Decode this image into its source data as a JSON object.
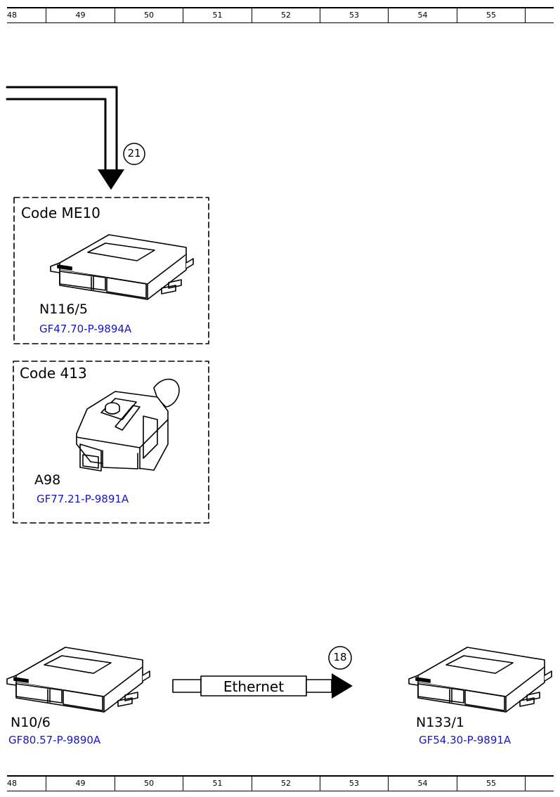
{
  "ruler": {
    "cells": [
      "48",
      "49",
      "50",
      "51",
      "52",
      "53",
      "54",
      "55",
      ""
    ]
  },
  "connector_top": {
    "number": "21"
  },
  "box_me10": {
    "code": "Code ME10",
    "component": "N116/5",
    "ref": "GF47.70-P-9894A"
  },
  "box_413": {
    "code": "Code 413",
    "component": "A98",
    "ref": "GF77.21-P-9891A"
  },
  "bottom_left": {
    "component": "N10/6",
    "ref": "GF80.57-P-9890A"
  },
  "bottom_right": {
    "component": "N133/1",
    "ref": "GF54.30-P-9891A"
  },
  "ethernet": {
    "label": "Ethernet",
    "connector": "18"
  }
}
